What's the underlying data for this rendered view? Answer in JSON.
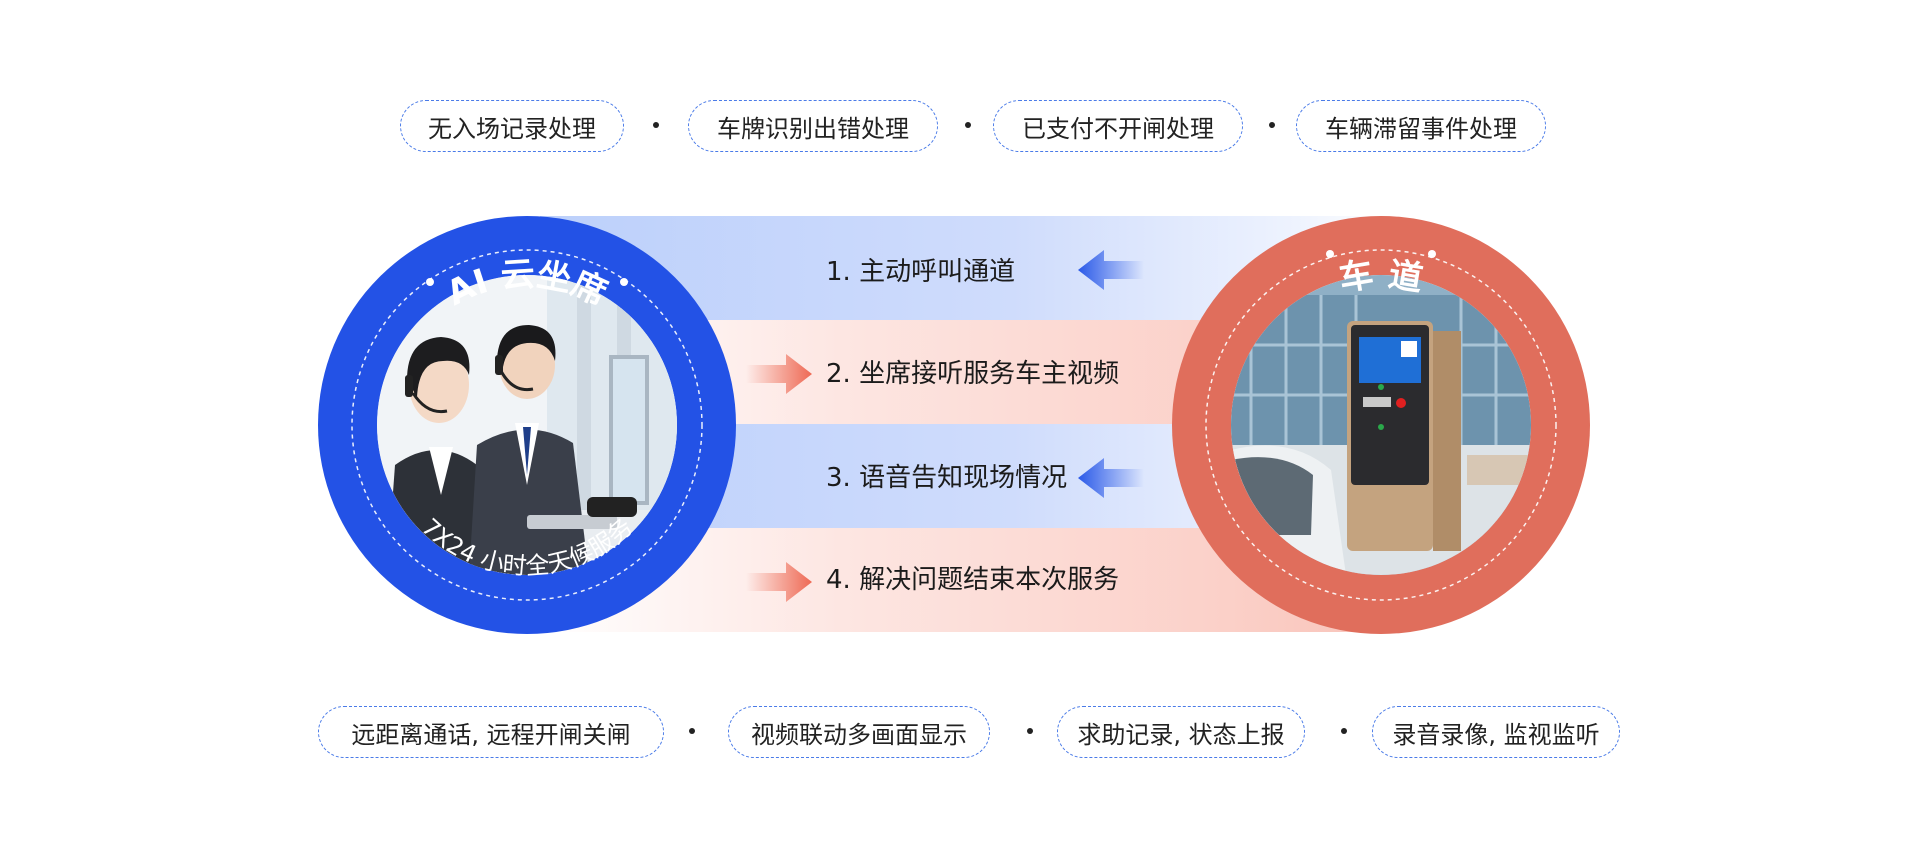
{
  "top_tags": [
    "无入场记录处理",
    "车牌识别出错处理",
    "已支付不开闸处理",
    "车辆滞留事件处理"
  ],
  "bottom_tags": [
    "远距离通话, 远程开闸关闸",
    "视频联动多画面显示",
    "求助记录, 状态上报",
    "录音录像, 监视监听"
  ],
  "left_circle": {
    "title": "AI 云坐席",
    "subtitle": "7X24 小时全天候服务",
    "color": "#2352e6"
  },
  "right_circle": {
    "title": "车 道",
    "color": "#e06e5c"
  },
  "steps": [
    {
      "label": "1. 主动呼叫通道",
      "direction": "left",
      "tone": "blue"
    },
    {
      "label": "2. 坐席接听服务车主视频",
      "direction": "right",
      "tone": "red"
    },
    {
      "label": "3. 语音告知现场情况",
      "direction": "left",
      "tone": "blue"
    },
    {
      "label": "4. 解决问题结束本次服务",
      "direction": "right",
      "tone": "red"
    }
  ],
  "colors": {
    "accent_blue": "#2352e6",
    "accent_red": "#e06e5c",
    "tag_border": "#4a7be8"
  }
}
